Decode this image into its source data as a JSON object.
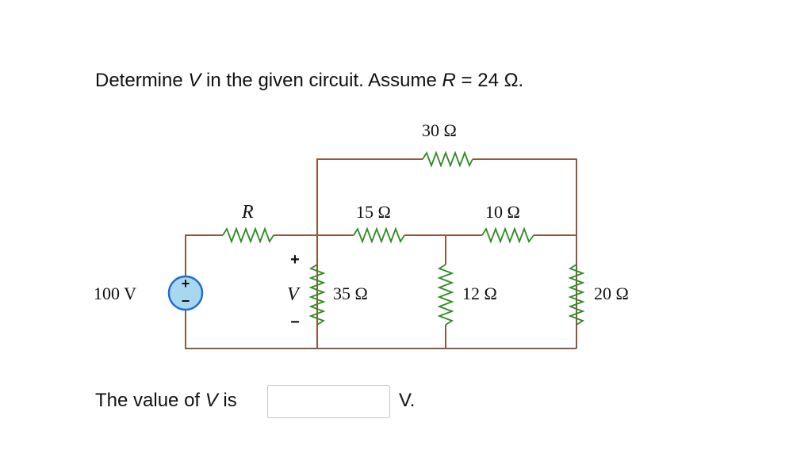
{
  "question": {
    "prefix": "Determine ",
    "var": "V",
    "middle": " in the given circuit. Assume ",
    "var2": "R",
    "suffix": " = 24 Ω."
  },
  "circuit": {
    "source_label": "100 V",
    "source_plus": "+",
    "source_minus": "−",
    "r_label": "R",
    "v_label": "V",
    "v_plus": "+",
    "v_minus": "−",
    "r30": "30 Ω",
    "r15": "15 Ω",
    "r10": "10 Ω",
    "r35": "35 Ω",
    "r12": "12 Ω",
    "r20": "20 Ω",
    "colors": {
      "wire": "#8b5a3c",
      "resistor": "#2e8b22",
      "source_fill": "#a8d8f0",
      "source_stroke": "#1e6fd0"
    }
  },
  "answer": {
    "prefix": "The value of ",
    "var": "V",
    "suffix": " is",
    "value": "",
    "unit": "V."
  }
}
